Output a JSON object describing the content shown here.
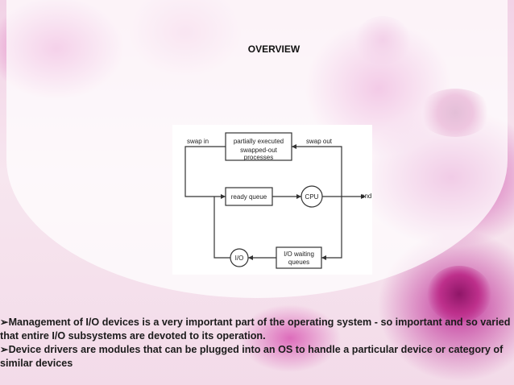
{
  "slide": {
    "title": "OVERVIEW",
    "bullet_marker": "➢",
    "bullets": [
      "Management of I/O devices is a very important part of the operating system - so important and so varied that entire I/O subsystems are devoted to its operation.",
      "Device drivers are modules that can be plugged into an OS to handle a particular device or category of similar devices"
    ]
  },
  "diagram": {
    "swap_in": "swap in",
    "swap_out": "swap out",
    "partially_executed_line1": "partially executed",
    "partially_executed_line2": "swapped-out processes",
    "ready_queue": "ready queue",
    "cpu": "CPU",
    "end": "end",
    "io": "I/O",
    "io_waiting_line1": "I/O waiting",
    "io_waiting_line2": "queues"
  }
}
